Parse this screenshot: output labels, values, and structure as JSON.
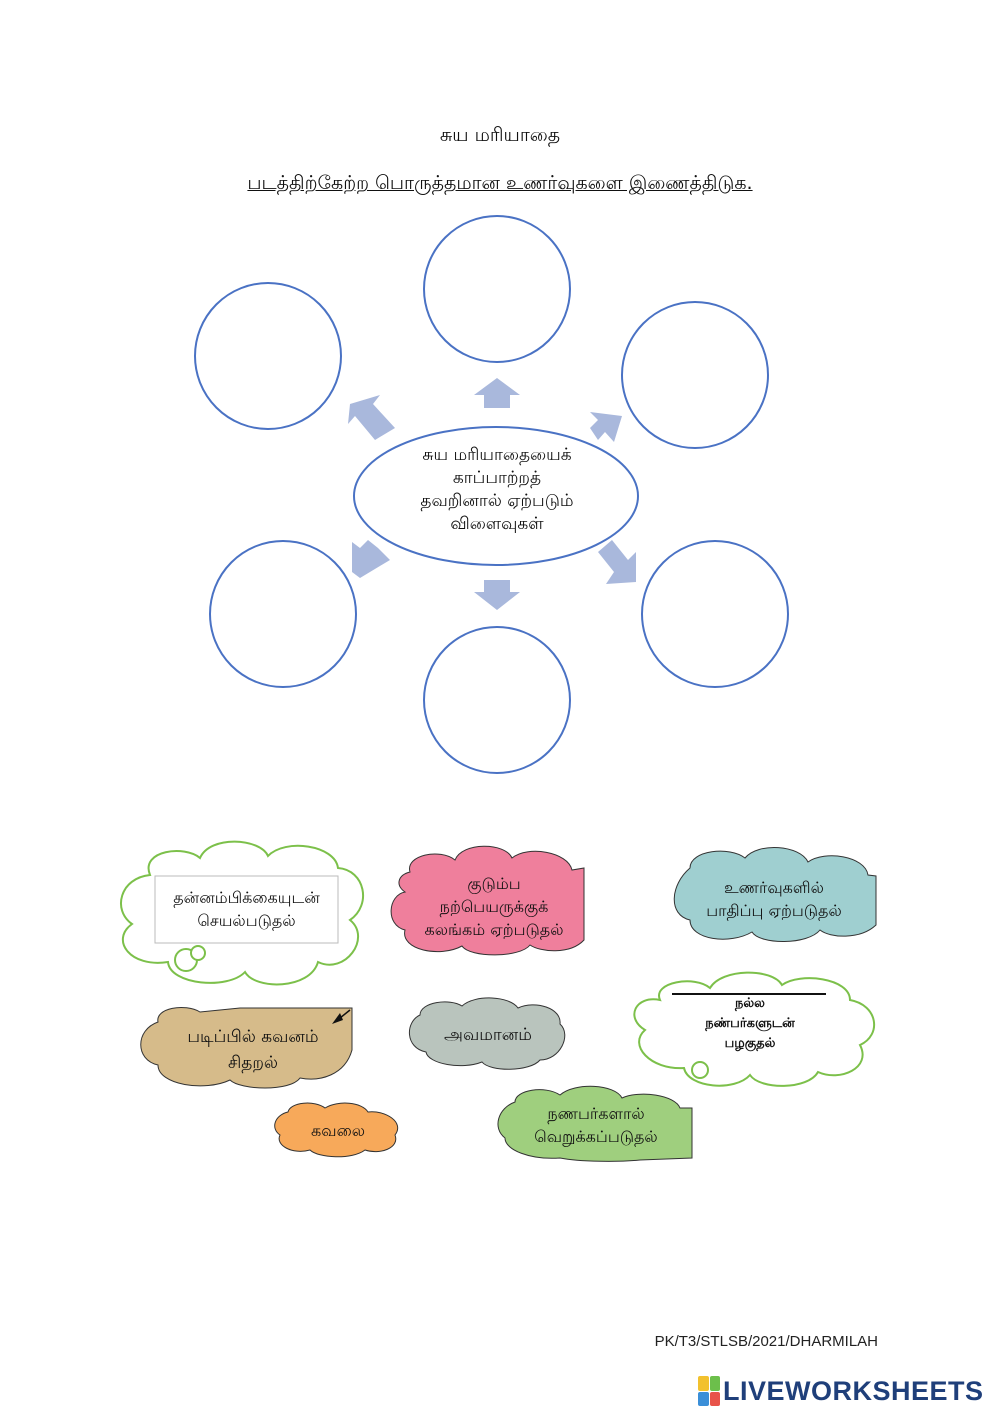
{
  "title": "சுய மரியாதை",
  "instruction": "படத்திற்கேற்ற பொருத்தமான உணர்வுகளை இணைத்திடுக.",
  "center": {
    "lines": [
      "சுய மரியாதையைக்",
      "காப்பாற்றத்",
      "தவறினால் ஏற்படும்",
      "விளைவுகள்"
    ]
  },
  "answer_circles": 6,
  "clouds": [
    {
      "lines": [
        "தன்னம்பிக்கையுடன்",
        "செயல்படுதல்"
      ],
      "color": "#ffffff",
      "stroke": "#7cc04a"
    },
    {
      "lines": [
        "குடும்ப",
        "நற்பெயருக்குக்",
        "கலங்கம் ஏற்படுதல்"
      ],
      "color": "#ef7f9c",
      "stroke": "#333333"
    },
    {
      "lines": [
        "உணர்வுகளில்",
        "பாதிப்பு ஏற்படுதல்"
      ],
      "color": "#9fcfd0",
      "stroke": "#333333"
    },
    {
      "lines": [
        "நல்ல",
        "நண்பர்களுடன்",
        "பழகுதல்"
      ],
      "color": "#ffffff",
      "stroke": "#7cc04a"
    },
    {
      "lines": [
        "படிப்பில் கவனம்",
        "சிதறல்"
      ],
      "color": "#d6bb8a",
      "stroke": "#333333"
    },
    {
      "lines": [
        "அவமானம்"
      ],
      "color": "#b9c4bd",
      "stroke": "#333333"
    },
    {
      "lines": [
        "கவலை"
      ],
      "color": "#f7a95a",
      "stroke": "#333333"
    },
    {
      "lines": [
        "நணபர்களால்",
        "வெறுக்கப்படுதல்"
      ],
      "color": "#9fcf7e",
      "stroke": "#333333"
    }
  ],
  "footer_code": "PK/T3/STLSB/2021/DHARMILAH",
  "brand": {
    "name": "LIVEWORKSHEETS",
    "colors": [
      "#f2c12e",
      "#6cbf4b",
      "#3b8fd8",
      "#e8534a"
    ]
  }
}
